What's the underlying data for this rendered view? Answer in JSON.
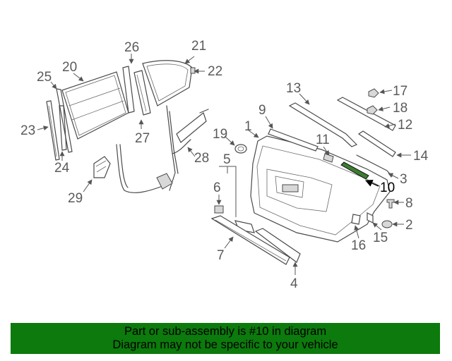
{
  "diagram": {
    "callouts": [
      {
        "id": "1",
        "label": "1"
      },
      {
        "id": "2",
        "label": "2"
      },
      {
        "id": "3",
        "label": "3"
      },
      {
        "id": "4",
        "label": "4"
      },
      {
        "id": "5",
        "label": "5"
      },
      {
        "id": "6",
        "label": "6"
      },
      {
        "id": "7",
        "label": "7"
      },
      {
        "id": "8",
        "label": "8"
      },
      {
        "id": "9",
        "label": "9"
      },
      {
        "id": "10",
        "label": "10"
      },
      {
        "id": "11",
        "label": "11"
      },
      {
        "id": "12",
        "label": "12"
      },
      {
        "id": "13",
        "label": "13"
      },
      {
        "id": "14",
        "label": "14"
      },
      {
        "id": "15",
        "label": "15"
      },
      {
        "id": "16",
        "label": "16"
      },
      {
        "id": "17",
        "label": "17"
      },
      {
        "id": "18",
        "label": "18"
      },
      {
        "id": "19",
        "label": "19"
      },
      {
        "id": "20",
        "label": "20"
      },
      {
        "id": "21",
        "label": "21"
      },
      {
        "id": "22",
        "label": "22"
      },
      {
        "id": "23",
        "label": "23"
      },
      {
        "id": "24",
        "label": "24"
      },
      {
        "id": "25",
        "label": "25"
      },
      {
        "id": "26",
        "label": "26"
      },
      {
        "id": "27",
        "label": "27"
      },
      {
        "id": "28",
        "label": "28"
      },
      {
        "id": "29",
        "label": "29"
      }
    ],
    "highlighted_part": "10"
  },
  "banner": {
    "line1": "Part or sub-assembly is #10 in diagram",
    "line2": "Diagram may not be specific to your vehicle",
    "background": "#0c7a0c"
  }
}
